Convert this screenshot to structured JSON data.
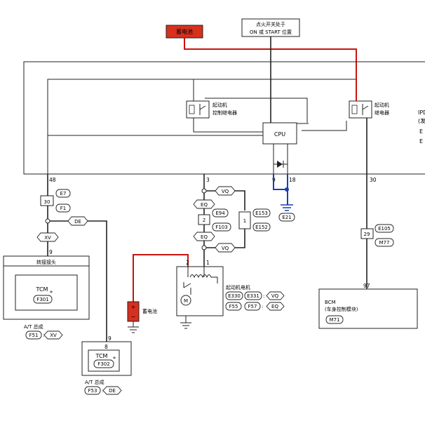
{
  "title_box": {
    "line1": "点火开关处于",
    "line2": "ON 或 START 位置"
  },
  "battery_top": "蓄电池",
  "battery_bottom": "蓄电池",
  "ipdm_cut": "IPD",
  "ipdm_cut2": "(发",
  "ipdm_cut3": "E",
  "ipdm_cut4": "E",
  "starter_ctrl_relay": {
    "line1": "起动机",
    "line2": "控制继电器"
  },
  "starter_relay": {
    "line1": "起动机",
    "line2": "继电器"
  },
  "cpu": "CPU",
  "pins": {
    "p48": "48",
    "p3": "3",
    "p9": "9",
    "p18": "18",
    "p30": "30",
    "p97": "97",
    "p2": "2",
    "p1": "1",
    "p9a": "9",
    "p9b": "9",
    "p8": "8"
  },
  "connectors": {
    "e7": "E7",
    "f1": "F1",
    "j30": "30",
    "e94": "E94",
    "f103": "F103",
    "j2": "2",
    "e153": "E153",
    "e152": "E152",
    "j1": "1",
    "e21": "E21",
    "e105": "E105",
    "m77": "M77",
    "j29": "29",
    "m71": "M71"
  },
  "tags": {
    "xv1": "XV",
    "de1": "DE",
    "vq1": "VQ",
    "eq1": "EQ",
    "eq2": "EQ",
    "vq2": "VQ"
  },
  "adapter": "转接接头",
  "tcm1": {
    "label": "TCM",
    "star": "*",
    "conn": "F301"
  },
  "tcm2": {
    "label": "TCM",
    "star": "*",
    "conn": "F302"
  },
  "at1": {
    "label": "A/T 总成",
    "conn": "F51",
    "sep": ":",
    "tag": "XV"
  },
  "at2": {
    "label": "A/T 总成",
    "conn": "F53",
    "sep": ":",
    "tag": "DE"
  },
  "starter_motor": {
    "label": "起动机电机",
    "c1": "E330",
    "c2": "E331",
    "t1": "VQ",
    "c3": "F55",
    "c4": "F57",
    "t2": "EQ",
    "sep": ":",
    "motor": "M"
  },
  "bcm": {
    "line1": "BCM",
    "line2": "(车身控制模块)",
    "conn": "M71"
  },
  "battery_signs": {
    "plus": "+",
    "minus": "−"
  }
}
